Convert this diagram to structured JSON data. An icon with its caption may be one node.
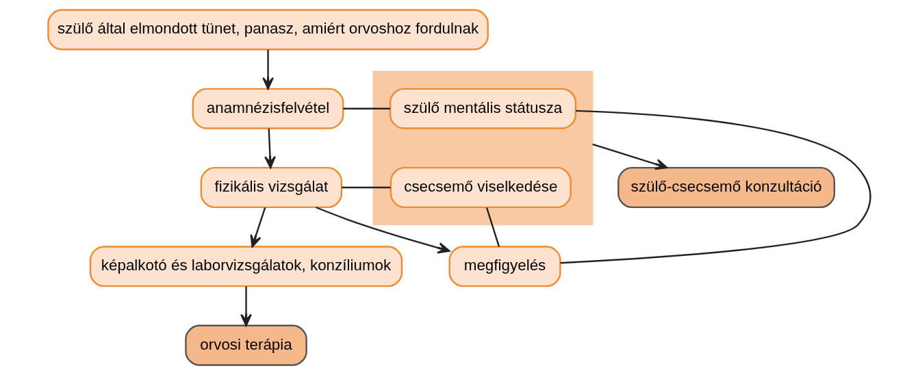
{
  "diagram": {
    "nodes": [
      {
        "text": [
          "szülő által elmondott tünet, panasz, amiért orvoshoz fordulnak"
        ]
      },
      {
        "text": [
          "anamnézisfelvétel"
        ]
      },
      {
        "text": [],
        "shape": "box"
      },
      {
        "text": [
          "szülő mentális státusza"
        ],
        "in": 2
      },
      {
        "text": [
          "szülő-csecsemő konzultáció"
        ]
      },
      {
        "text": [
          "fizikális vizsgálat"
        ]
      },
      {
        "text": [
          "csecsemő viselkedése"
        ],
        "in": 2
      },
      {
        "text": [
          "képalkotó és laborvizsgálatok, konzíliumok"
        ]
      },
      {
        "text": [
          "megfigyelés"
        ]
      },
      {
        "text": [
          "orvosi terápia"
        ]
      }
    ],
    "edges": [
      {
        "from": 0,
        "to": 1,
        "arrow": "to"
      },
      {
        "from": 1,
        "to": 3,
        "arrow": "none"
      },
      {
        "from": 1,
        "to": 5,
        "arrow": "to"
      },
      {
        "from": 5,
        "to": 6,
        "arrow": "none"
      },
      {
        "from": 5,
        "to": 7,
        "arrow": "to"
      },
      {
        "from": 5,
        "to": 8,
        "arrow": "to"
      },
      {
        "from": 8,
        "to": 3,
        "arrow": "none"
      },
      {
        "from": 8,
        "to": 6,
        "arrow": "none"
      },
      {
        "from": 2,
        "to": 4,
        "arrow": "to"
      },
      {
        "from": 7,
        "to": 9,
        "arrow": "to"
      }
    ]
  }
}
